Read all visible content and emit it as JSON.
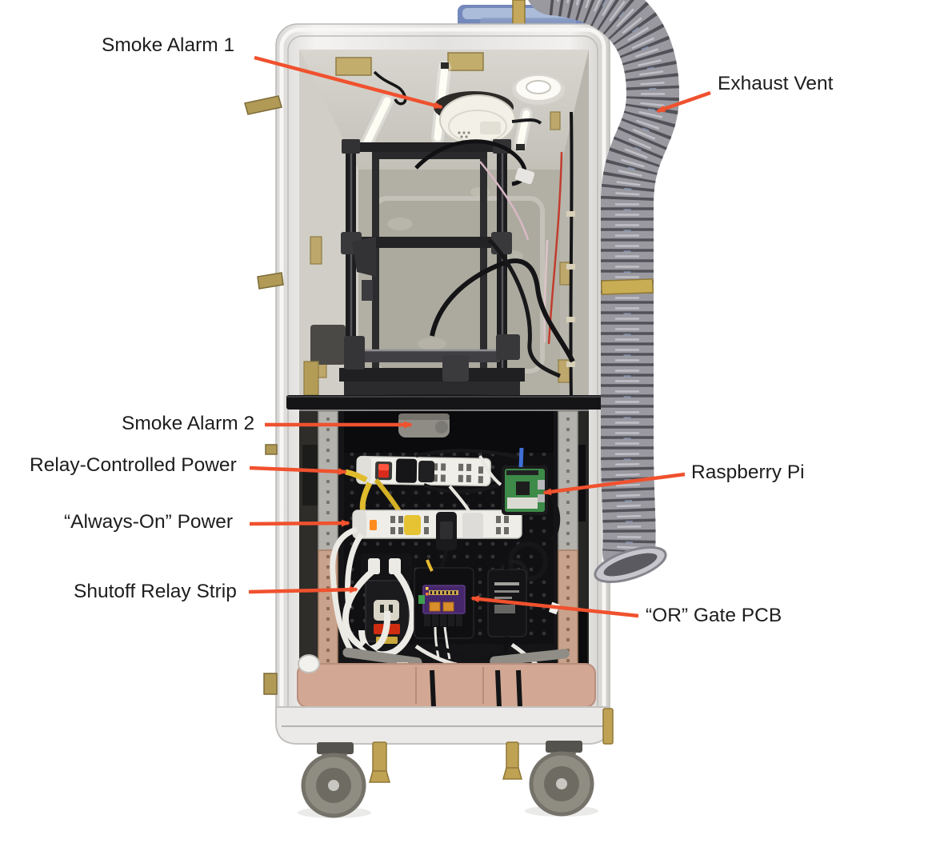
{
  "figure": {
    "type": "annotated-photo",
    "subject": "wheeled equipment enclosure with 3D printer chamber and safety electronics bay"
  },
  "annotations": [
    {
      "id": "smoke-alarm-1",
      "label": "Smoke Alarm 1"
    },
    {
      "id": "exhaust-vent",
      "label": "Exhaust Vent"
    },
    {
      "id": "smoke-alarm-2",
      "label": "Smoke Alarm 2"
    },
    {
      "id": "relay-controlled-power",
      "label": "Relay-Controlled Power"
    },
    {
      "id": "raspberry-pi",
      "label": "Raspberry Pi"
    },
    {
      "id": "always-on-power",
      "label": "“Always-On” Power"
    },
    {
      "id": "shutoff-relay-strip",
      "label": "Shutoff Relay Strip"
    },
    {
      "id": "or-gate-pcb",
      "label": "“OR” Gate PCB"
    }
  ],
  "colors": {
    "annotation_arrow": "#f0512e",
    "annotation_text": "#1d1d1d",
    "background": "#ffffff",
    "case_aluminum": "#e8e7e5",
    "chamber_wall": "#c9c7be",
    "lower_bay": "#151517",
    "pegboard": "#101012",
    "exhaust_hose": "#95949b",
    "bottom_tan": "#d2a794",
    "caster_gray": "#8f8c82"
  }
}
